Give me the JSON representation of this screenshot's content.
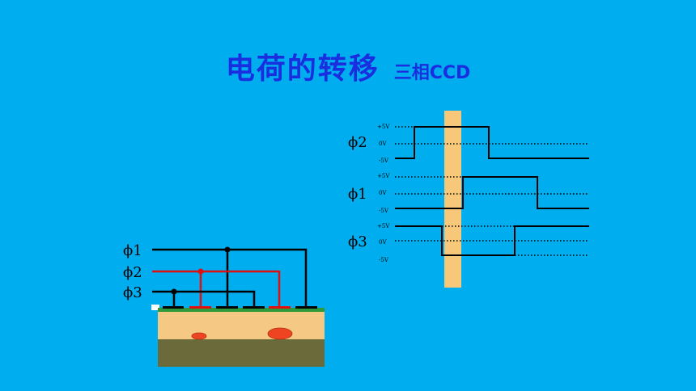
{
  "title": {
    "main": "电荷的转移",
    "sub": "三相CCD"
  },
  "timing": {
    "phases": [
      {
        "label": "ϕ2",
        "levels": [
          "+5V",
          "0V",
          "-5V"
        ]
      },
      {
        "label": "ϕ1",
        "levels": [
          "+5V",
          "0V",
          "-5V"
        ]
      },
      {
        "label": "ϕ3",
        "levels": [
          "+5V",
          "0V",
          "-5V"
        ]
      }
    ]
  },
  "device": {
    "lines": [
      {
        "label": "ϕ1",
        "color": "#000000"
      },
      {
        "label": "ϕ2",
        "color": "#e01010"
      },
      {
        "label": "ϕ3",
        "color": "#000000"
      }
    ]
  },
  "colors": {
    "background": "#00aeef",
    "title": "#1a2ee0",
    "highlight_bar": "#f8c87a",
    "oxide": "#f5c983",
    "substrate": "#6b6a3a",
    "charge": "#ee4422"
  }
}
